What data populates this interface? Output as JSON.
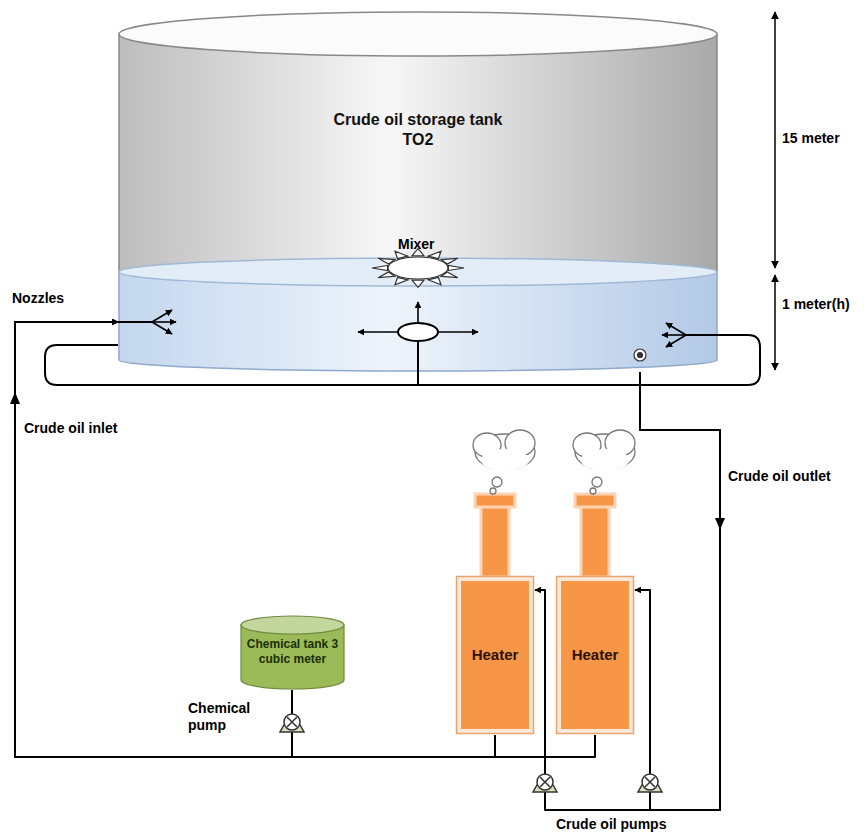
{
  "diagram": {
    "nodes": [
      {
        "text": [
          "Crude oil storage tank TO2"
        ]
      },
      {
        "text": [
          "Chemical tank 3 cubic meter"
        ]
      },
      {
        "text": [
          "Heater"
        ]
      },
      {
        "text": [
          "Heater"
        ]
      }
    ],
    "edges": [
      {
        "from": 0,
        "to": 2,
        "arrow": "to"
      },
      {
        "from": 0,
        "to": 3,
        "arrow": "to"
      },
      {
        "from": 2,
        "to": 0,
        "arrow": "to"
      },
      {
        "from": 3,
        "to": 0,
        "arrow": "to"
      },
      {
        "from": 1,
        "to": 0,
        "arrow": "to"
      }
    ],
    "labels": [
      "Mixer",
      "Nozzles",
      "15 meter",
      "1 meter(h)",
      "Crude oil inlet",
      "Crude oil outlet",
      "Chemical pump",
      "Crude oil pumps"
    ]
  }
}
